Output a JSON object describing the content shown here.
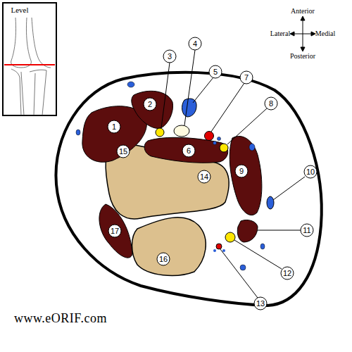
{
  "diagram": {
    "labels": [
      "Level",
      "Anterior",
      "Lateral",
      "Medial",
      "Posterior",
      "3",
      "4",
      "5",
      "7",
      "8",
      "2",
      "1",
      "6",
      "9",
      "10",
      "15",
      "14",
      "11",
      "17",
      "12",
      "16",
      "13",
      "www.eORIF.com"
    ]
  }
}
